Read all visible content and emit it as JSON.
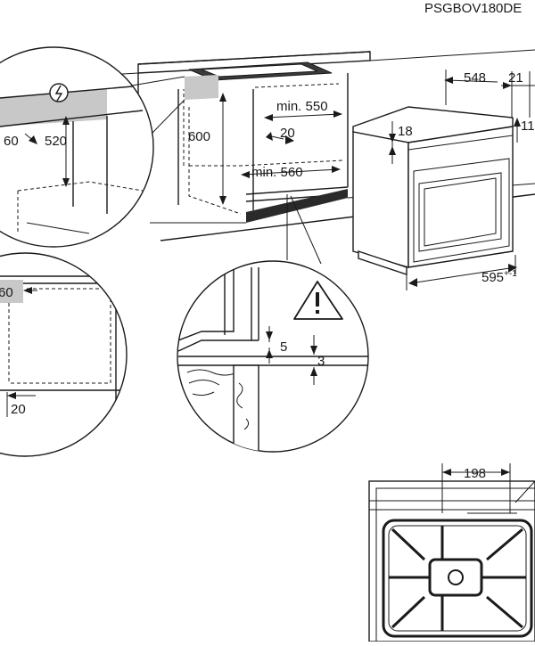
{
  "model_code": "PSGBOV180DE",
  "dimensions": {
    "oven_depth": "548",
    "oven_front": "21",
    "oven_side_partial": "11",
    "oven_panel": "18",
    "oven_width": "595",
    "oven_width_tolerance": "+-1",
    "niche_height": "600",
    "niche_depth_min": "min. 550",
    "niche_gap": "20",
    "niche_width_min": "min. 560",
    "detail_a_left": "60",
    "detail_a_height": "520",
    "detail_b_left": "60",
    "detail_b_bottom": "20",
    "detail_c_gap": "5",
    "detail_c_floor": "3",
    "hob_offset": "198"
  },
  "icons": {
    "electrical": "lightning-bolt-in-circle",
    "warning": "exclamation-in-triangle"
  }
}
